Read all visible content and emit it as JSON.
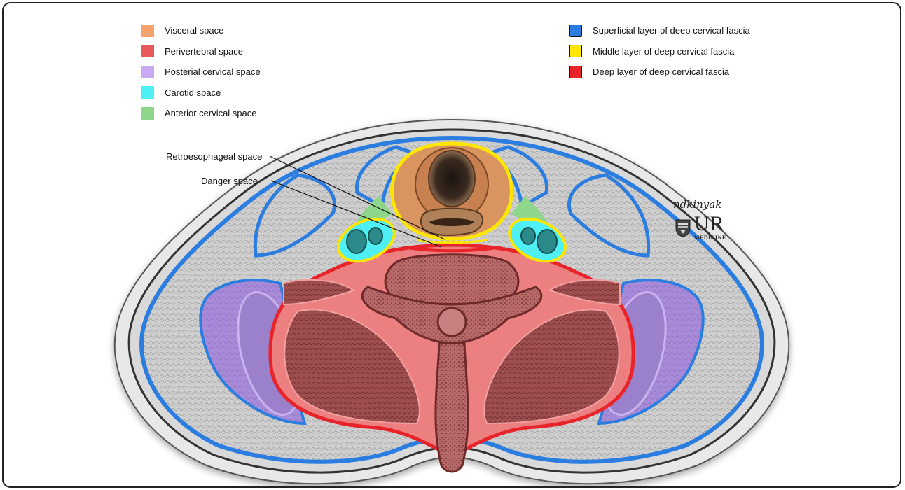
{
  "legend_spaces": [
    {
      "label": "Visceral space",
      "color": "#f4a36c"
    },
    {
      "label": "Perivertebral space",
      "color": "#e85a5a"
    },
    {
      "label": "Posterial cervical space",
      "color": "#c9a9f0"
    },
    {
      "label": "Carotid space",
      "color": "#4ef0f5"
    },
    {
      "label": "Anterior cervical space",
      "color": "#8ed68a"
    }
  ],
  "legend_fascia": [
    {
      "label": "Superficial layer of deep cervical fascia",
      "color": "#2b7ee0"
    },
    {
      "label": "Middle layer of deep cervical fascia",
      "color": "#ffe600"
    },
    {
      "label": "Deep layer of deep cervical fascia",
      "color": "#e8242a"
    }
  ],
  "callouts": {
    "retroesophageal": "Retroesophageal space",
    "danger": "Danger space"
  },
  "branding": {
    "signature": "ndkinyak",
    "logo_main": "UR",
    "logo_sub": "MEDICINE"
  }
}
